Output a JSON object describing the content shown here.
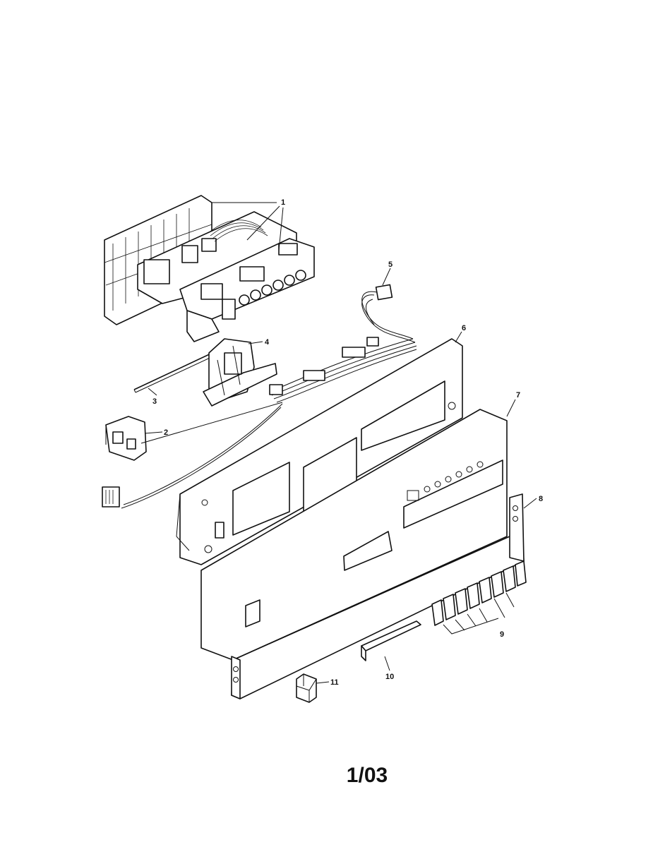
{
  "callouts": [
    "1",
    "2",
    "3",
    "4",
    "5",
    "6",
    "7",
    "8",
    "9",
    "10",
    "11"
  ],
  "footer": {
    "code": "1/03"
  }
}
